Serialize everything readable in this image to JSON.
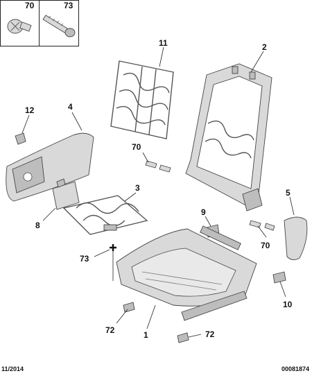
{
  "diagram": {
    "legend_box": {
      "screw_label": "70",
      "bolt_label": "73"
    },
    "callouts": {
      "p11": "11",
      "p2": "2",
      "p12": "12",
      "p4": "4",
      "p70a": "70",
      "p3": "3",
      "p5": "5",
      "p8": "8",
      "p9": "9",
      "p70b": "70",
      "p73": "73",
      "p10": "10",
      "p72a": "72",
      "p1": "1",
      "p72b": "72"
    },
    "footer": {
      "date_code": "11/2014",
      "ref_code": "00081874"
    }
  }
}
